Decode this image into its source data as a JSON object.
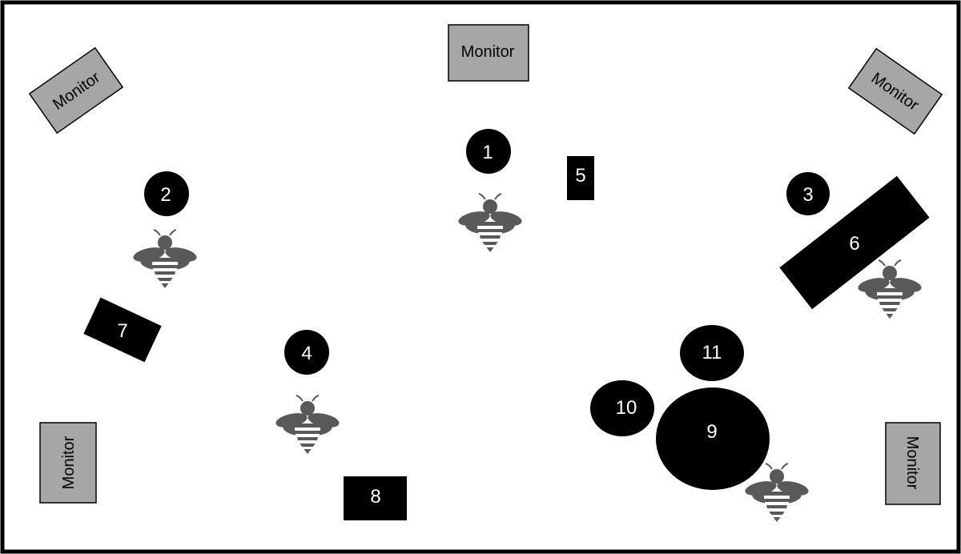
{
  "monitors": {
    "top_left": "Monitor",
    "top_center": "Monitor",
    "top_right": "Monitor",
    "bottom_left": "Monitor",
    "bottom_right": "Monitor"
  },
  "markers": {
    "m1": "1",
    "m2": "2",
    "m3": "3",
    "m4": "4",
    "m5": "5",
    "m6": "6",
    "m7": "7",
    "m8": "8",
    "m9": "9",
    "m10": "10",
    "m11": "11"
  },
  "icons": {
    "bee": "bee-icon"
  },
  "colors": {
    "monitor_fill": "#a6a6a6",
    "object_fill": "#000000",
    "bee": "#595959"
  }
}
